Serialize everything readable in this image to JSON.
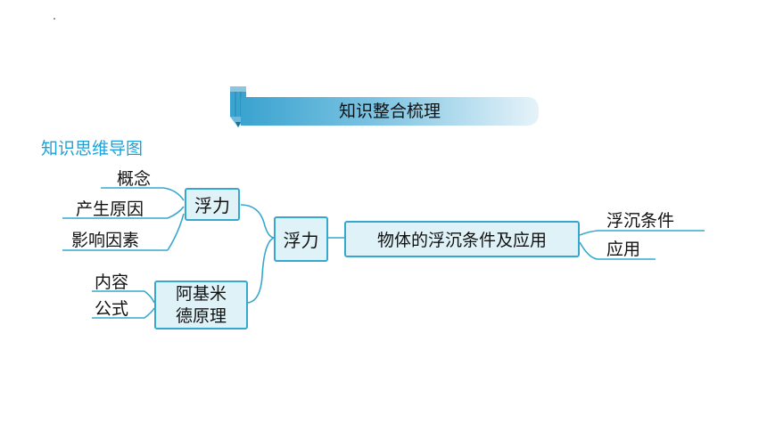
{
  "header": {
    "banner_title": "知识整合梳理",
    "section_title": "知识思维导图"
  },
  "mindmap": {
    "root": "浮力",
    "left_top": {
      "label": "浮力",
      "leaves": [
        "概念",
        "产生原因",
        "影响因素"
      ]
    },
    "left_bottom": {
      "label_line1": "阿基米",
      "label_line2": "德原理",
      "leaves": [
        "内容",
        "公式"
      ]
    },
    "right": {
      "label": "物体的浮沉条件及应用",
      "leaves": [
        "浮沉条件",
        "应用"
      ]
    }
  },
  "colors": {
    "accent": "#36a7cf",
    "node_fill": "#dff2f8",
    "section_title": "#1aa2dc"
  }
}
